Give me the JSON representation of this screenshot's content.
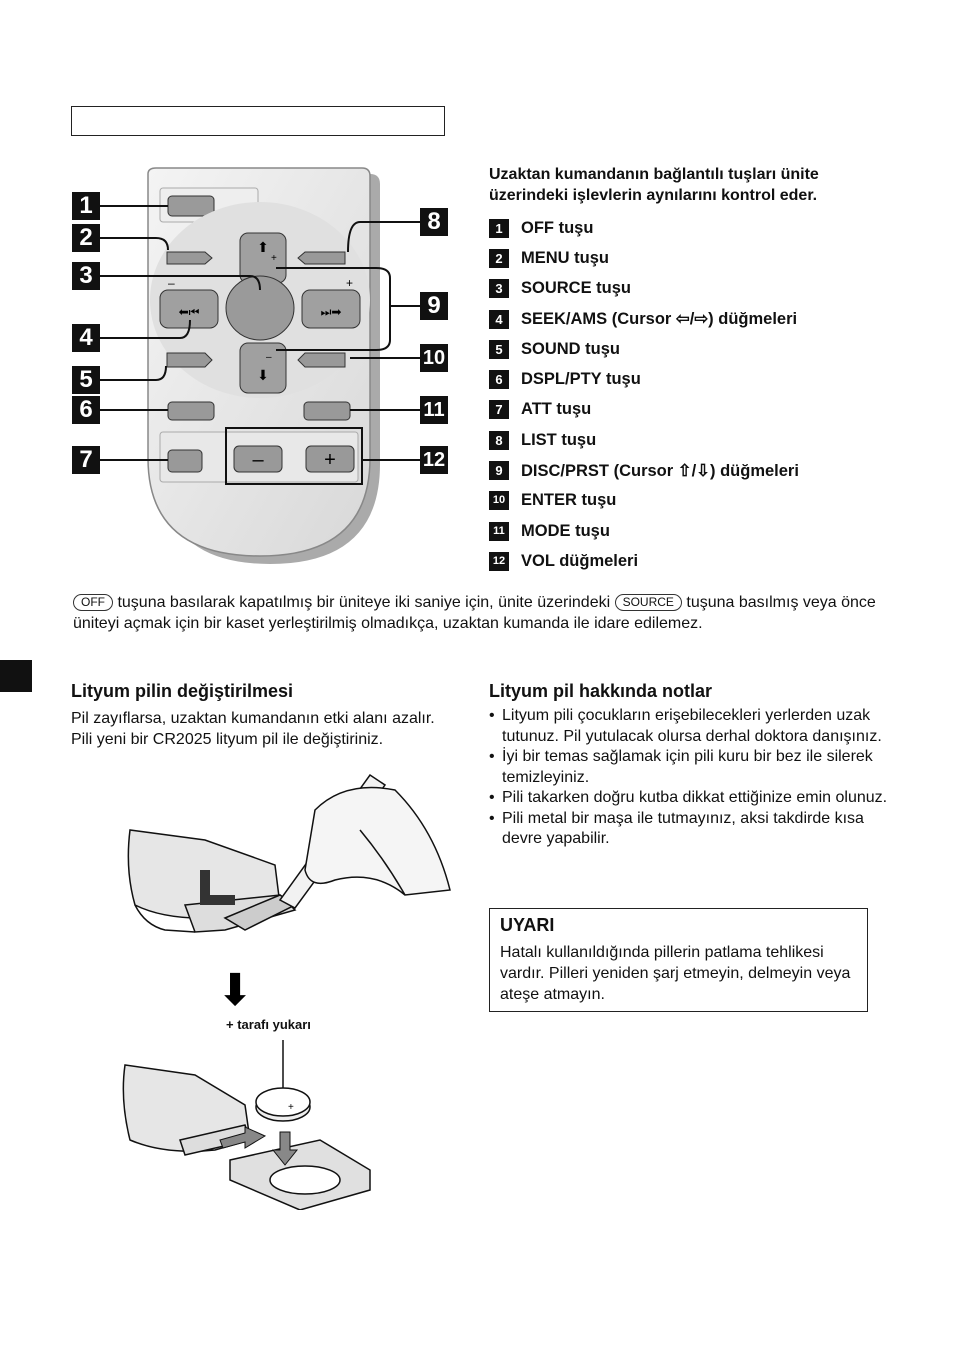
{
  "intro": "Uzaktan kumandanın bağlantılı tuşları ünite üzerindeki işlevlerin aynılarını kontrol eder.",
  "callouts": [
    "1",
    "2",
    "3",
    "4",
    "5",
    "6",
    "7",
    "8",
    "9",
    "10",
    "11",
    "12"
  ],
  "keys": [
    {
      "num": "1",
      "label": "OFF tuşu"
    },
    {
      "num": "2",
      "label": "MENU tuşu"
    },
    {
      "num": "3",
      "label": "SOURCE tuşu"
    },
    {
      "num": "4",
      "label": "SEEK/AMS (Cursor ⇦/⇨) düğmeleri"
    },
    {
      "num": "5",
      "label": "SOUND tuşu"
    },
    {
      "num": "6",
      "label": "DSPL/PTY tuşu"
    },
    {
      "num": "7",
      "label": "ATT tuşu"
    },
    {
      "num": "8",
      "label": "LIST tuşu"
    },
    {
      "num": "9",
      "label": "DISC/PRST (Cursor ⇧/⇩) düğmeleri"
    },
    {
      "num": "10",
      "label": "ENTER tuşu"
    },
    {
      "num": "11",
      "label": "MODE tuşu"
    },
    {
      "num": "12",
      "label": "VOL düğmeleri"
    }
  ],
  "para": {
    "off": "OFF",
    "t1": " tuşuna basılarak kapatılmış bir üniteye iki saniye için, ünite üzerindeki ",
    "source": "SOURCE",
    "t2": " tuşuna basılmış veya önce üniteyi açmak için bir kaset yerleştirilmiş olmadıkça, uzaktan kumanda ile idare edilemez."
  },
  "left": {
    "heading": "Lityum pilin değiştirilmesi",
    "text": "Pil zayıflarsa, uzaktan kumandanın etki alanı azalır. Pili yeni bir CR2025 lityum pil ile değiştiriniz."
  },
  "right": {
    "heading": "Lityum pil hakkında notlar",
    "notes": [
      "Lityum pili çocukların erişebilecekleri yerlerden uzak tutunuz. Pil yutulacak olursa derhal doktora danışınız.",
      "İyi bir temas sağlamak için pili kuru bir bez ile silerek temizleyiniz.",
      "Pili takarken doğru kutba dikkat ettiğinize emin olunuz.",
      "Pili metal bir maşa ile tutmayınız, aksi takdirde kısa devre yapabilir."
    ]
  },
  "warning": {
    "title": "UYARI",
    "text": "Hatalı kullanıldığında pillerin patlama tehlikesi vardır. Pilleri yeniden şarj etmeyin, delmeyin veya ateşe atmayın."
  },
  "battery_label": "+ tarafı yukarı",
  "remote_signs": {
    "minus": "–",
    "plus": "+"
  }
}
